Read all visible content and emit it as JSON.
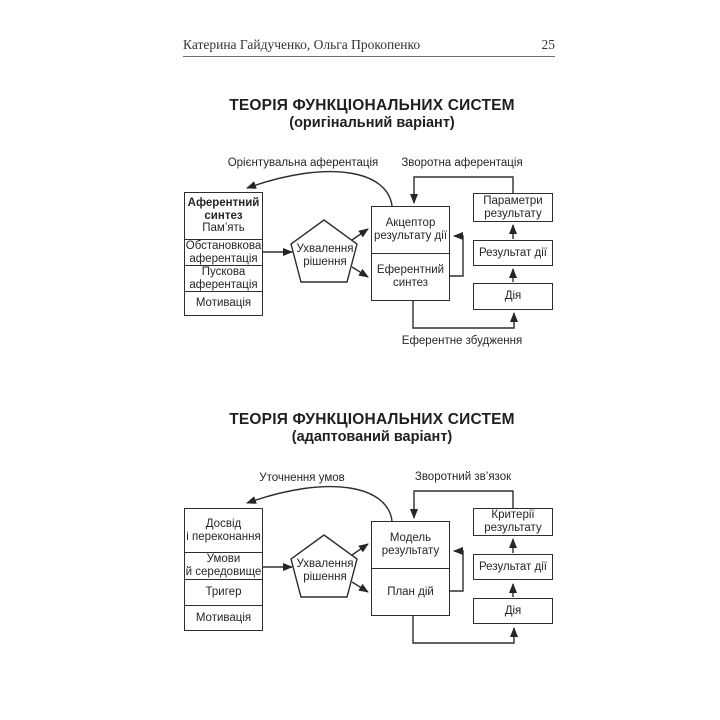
{
  "header": {
    "authors": "Катерина Гайдученко, Ольга Прокопенко",
    "page_number": "25"
  },
  "diagram_original": {
    "title": "ТЕОРІЯ ФУНКЦІОНАЛЬНИХ СИСТЕМ",
    "subtitle": "(оригінальний варіант)",
    "labels": {
      "orienting_afferentation": "Орієнтувальна аферентація",
      "feedback_afferentation": "Зворотна аферентація",
      "efferent_excitation": "Еферентне збудження"
    },
    "afferent_stack": {
      "title": "Аферентний\nсинтез",
      "memory": "Пам’ять",
      "situational": "Обстановкова\nаферентація",
      "trigger": "Пускова\nаферентація",
      "motivation": "Мотивація"
    },
    "decision_pentagon": "Ухвалення\nрішення",
    "acceptor": "Акцептор\nрезультату дії",
    "efferent_synthesis": "Еферентний\nсинтез",
    "result_parameters": "Параметри\nрезультату",
    "action_result": "Результат дії",
    "action": "Дія"
  },
  "diagram_adapted": {
    "title": "ТЕОРІЯ ФУНКЦІОНАЛЬНИХ СИСТЕМ",
    "subtitle": "(адаптований варіант)",
    "labels": {
      "conditions_clarification": "Уточнення умов",
      "feedback": "Зворотний зв’язок"
    },
    "stack": {
      "experience": "Досвід\nі переконання",
      "conditions": "Умови\nй середовище",
      "trigger": "Тригер",
      "motivation": "Мотивація"
    },
    "decision_pentagon": "Ухвалення\nрішення",
    "result_model": "Модель\nрезультату",
    "action_plan": "План дій",
    "result_criteria": "Критерії\nрезультату",
    "action_result": "Результат дії",
    "action": "Дія"
  },
  "colors": {
    "ink": "#262626",
    "line": "#2e2e2e",
    "header_rule": "#6f6f6f"
  }
}
